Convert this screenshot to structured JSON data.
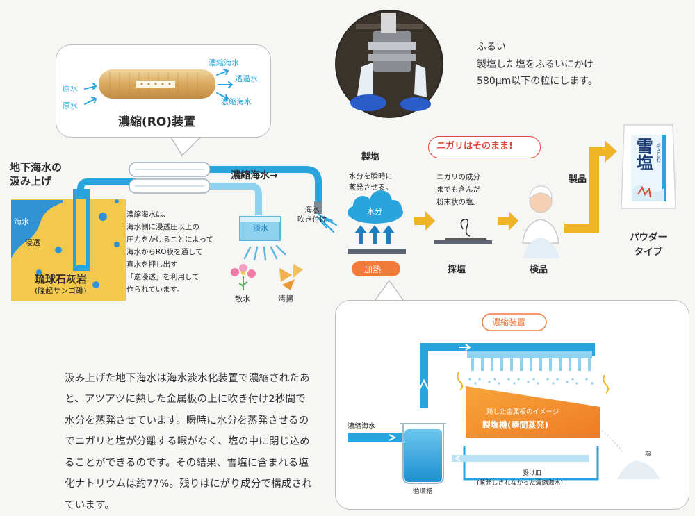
{
  "colors": {
    "water_blue": "#2aa4dc",
    "pipe_light": "#8fd2f0",
    "limestone": "#f2c94c",
    "arrow_yellow": "#f0b429",
    "heat_orange": "#f07a3a",
    "red_text": "#e0463a"
  },
  "ro": {
    "title": "濃縮(RO)装置",
    "in_top": "原水",
    "in_bottom": "原水",
    "out_top": "濃縮海水",
    "out_mid": "透過水",
    "out_bottom": "濃縮海水"
  },
  "ground": {
    "pumpup": "地下海水の\n汲み上げ",
    "seawater": "海水",
    "seepage": "浸透",
    "rock": "琉球石灰岩",
    "rock_sub": "(隆起サンゴ礁)"
  },
  "ro_desc": "濃縮海水は、\n海水側に浸透圧以上の\n圧力をかけることによって\n海水からRO膜を通して\n真水を押し出す\n「逆浸透」を利用して\n作られています。",
  "freshwater": {
    "tank": "淡水",
    "use1": "散水",
    "use2": "清掃"
  },
  "pipe_label": "濃縮海水→",
  "spray_label": "海水\n吹き付け",
  "salt_make": {
    "title": "製塩",
    "desc": "水分を瞬時に\n蒸発させる。",
    "cloud": "水分",
    "heat": "加熱"
  },
  "nigari": {
    "callout": "ニガリはそのまま!",
    "desc": "ニガリの成分\nまでも含んだ\n粉末状の塩。"
  },
  "steps": {
    "collect": "採塩",
    "inspect": "検品",
    "product": "製品"
  },
  "package": {
    "name": "雪塩",
    "reading": "ゆきしお",
    "type": "パウダー\nタイプ"
  },
  "sieve": {
    "title": "ふるい",
    "desc": "製塩した塩をふるいにかけ\n580μm以下の粒にします。"
  },
  "detail": {
    "title": "濃縮装置",
    "inlet": "濃縮海水",
    "plate_note": "熱した金属板のイメージ",
    "plate_title": "製塩機(瞬間蒸発)",
    "salt": "塩",
    "tank": "循環槽",
    "tray": "受け皿",
    "tray_sub": "(蒸発しきれなかった濃縮海水)"
  },
  "body_text": "汲み上げた地下海水は海水淡水化装置で濃縮されたあと、アツアツに熱した金属板の上に吹き付け2秒間で水分を蒸発させています。瞬時に水分を蒸発させるのでニガリと塩が分離する暇がなく、塩の中に閉じ込めることができるのです。その結果、雪塩に含まれる塩化ナトリウムは約77%。残りはにがり成分で構成されています。"
}
